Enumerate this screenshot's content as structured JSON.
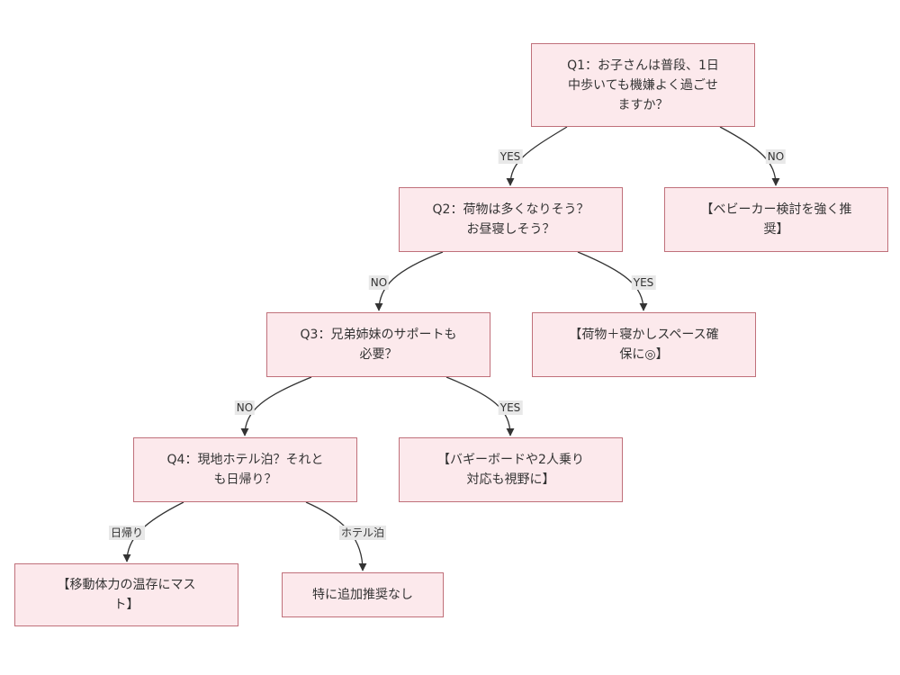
{
  "nodes": {
    "q1": "Q1：お子さんは普段、1日\n中歩いても機嫌よく過ごせ\nますか？",
    "q2": "Q2：荷物は多くなりそう？\nお昼寝しそう？",
    "r_stroller": "【ベビーカー検討を強く推\n奨】",
    "q3": "Q3：兄弟姉妹のサポートも\n必要？",
    "r_luggage": "【荷物＋寝かしスペース確\n保に◎】",
    "q4": "Q4：現地ホテル泊？それと\nも日帰り？",
    "r_buggy": "【バギーボードや2人乗り\n対応も視野に】",
    "r_daytrip": "【移動体力の温存にマス\nト】",
    "r_hotel": "特に追加推奨なし"
  },
  "edges": {
    "q1_yes": "YES",
    "q1_no": "NO",
    "q2_no": "NO",
    "q2_yes": "YES",
    "q3_no": "NO",
    "q3_yes": "YES",
    "q4_daytrip": "日帰り",
    "q4_hotel": "ホテル泊"
  },
  "colors": {
    "node_fill": "#fce9ec",
    "node_border": "#c0707a",
    "edge": "#333333",
    "label_bg": "#e8e8e8"
  }
}
